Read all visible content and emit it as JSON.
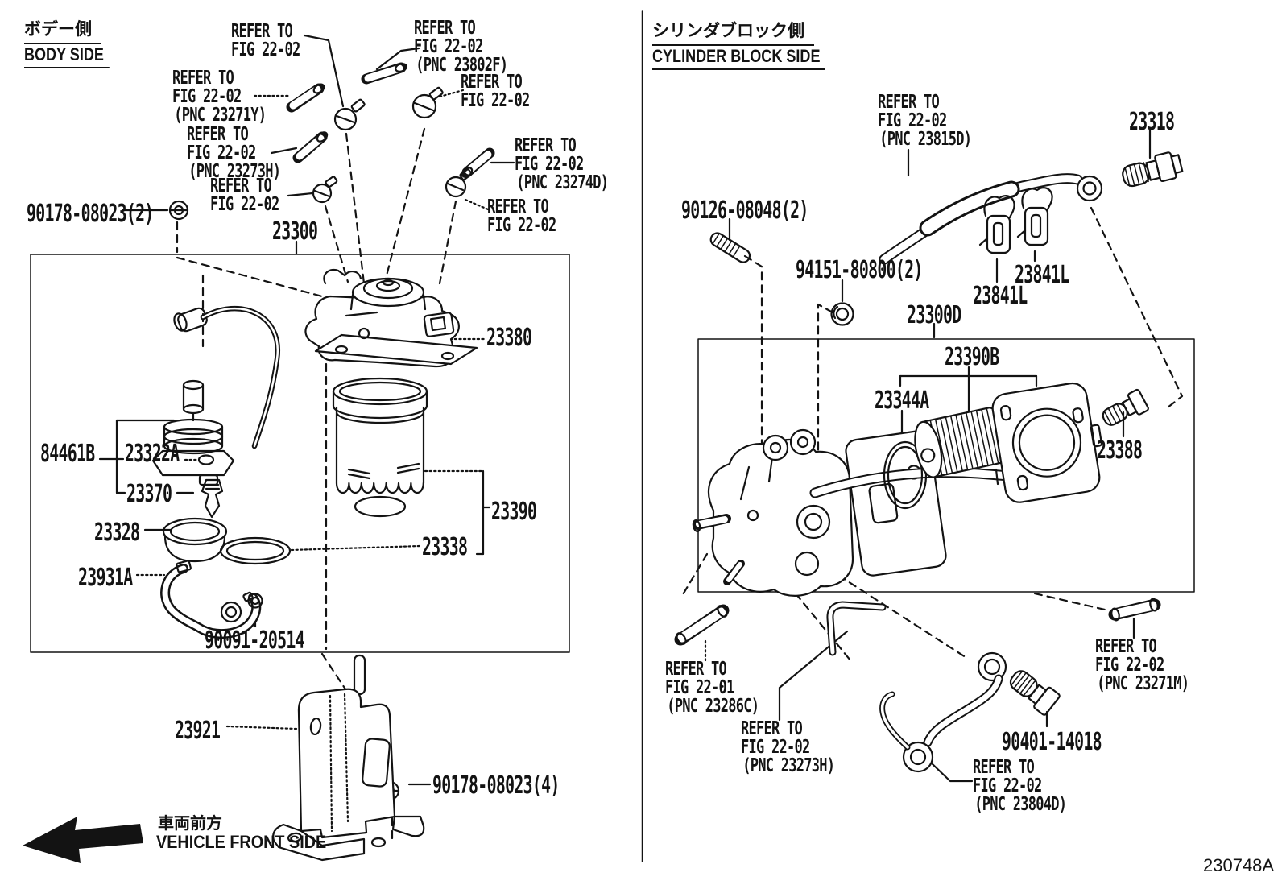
{
  "titles": {
    "left_jp": "ボデー側",
    "left_en": "BODY SIDE",
    "right_jp": "シリンダブロック側",
    "right_en": "CYLINDER BLOCK SIDE"
  },
  "refs": {
    "r1": {
      "l1": "REFER TO",
      "l2": "FIG 22-02"
    },
    "r2": {
      "l1": "REFER TO",
      "l2": "FIG 22-02",
      "l3": "(PNC 23802F)"
    },
    "r3": {
      "l1": "REFER TO",
      "l2": "FIG 22-02",
      "l3": "(PNC 23271Y)"
    },
    "r4": {
      "l1": "REFER TO",
      "l2": "FIG 22-02",
      "l3": "(PNC 23273H)"
    },
    "r5": {
      "l1": "REFER TO",
      "l2": "FIG 22-02"
    },
    "r6": {
      "l1": "REFER TO",
      "l2": "FIG 22-02"
    },
    "r7": {
      "l1": "REFER TO",
      "l2": "FIG 22-02",
      "l3": "(PNC 23274D)"
    },
    "r8": {
      "l1": "REFER TO",
      "l2": "FIG 22-02"
    },
    "r9": {
      "l1": "REFER TO",
      "l2": "FIG 22-02",
      "l3": "(PNC 23815D)"
    },
    "r10": {
      "l1": "REFER TO",
      "l2": "FIG 22-01",
      "l3": "(PNC 23286C)"
    },
    "r11": {
      "l1": "REFER TO",
      "l2": "FIG 22-02",
      "l3": "(PNC 23273H)"
    },
    "r12": {
      "l1": "REFER TO",
      "l2": "FIG 22-02",
      "l3": "(PNC 23804D)"
    },
    "r13": {
      "l1": "REFER TO",
      "l2": "FIG 22-02",
      "l3": "(PNC 23271M)"
    }
  },
  "parts": {
    "p90178_2": "90178-08023(2)",
    "p23300": "23300",
    "p23380": "23380",
    "p84461B": "84461B",
    "p23322A": "23322A",
    "p23370": "23370",
    "p23328": "23328",
    "p23931A": "23931A",
    "p90091": "90091-20514",
    "p23390": "23390",
    "p23338": "23338",
    "p23921": "23921",
    "p90178_4": "90178-08023(4)",
    "p90126": "90126-08048(2)",
    "p94151": "94151-80800(2)",
    "p23300D": "23300D",
    "p23390B": "23390B",
    "p23344A": "23344A",
    "p23318": "23318",
    "p23841L_a": "23841L",
    "p23841L_b": "23841L",
    "p23388": "23388",
    "p90401": "90401-14018"
  },
  "footer": {
    "front_jp": "車両前方",
    "front_en": "VEHICLE FRONT SIDE",
    "code": "230748A"
  },
  "colors": {
    "ink": "#131313",
    "background": "#ffffff"
  }
}
